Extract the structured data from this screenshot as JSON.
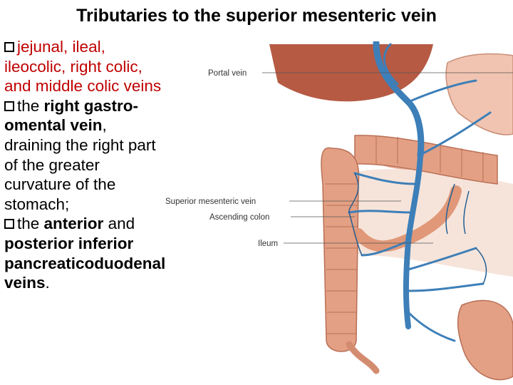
{
  "slide": {
    "title": "Tributaries to the superior mesenteric vein"
  },
  "bullets": {
    "b1": {
      "text": "jejunal, ileal, ileocolic, right colic, and middle colic veins"
    },
    "b2": {
      "pre": "the ",
      "bold": "right gastro-omental vein",
      "post": ", draining the right part of the greater curvature of the stomach;"
    },
    "b3": {
      "pre": "the ",
      "bold1": "anterior",
      "mid": " and ",
      "bold2": "posterior inferior pancreaticoduodenal veins",
      "post": "."
    }
  },
  "figure": {
    "labels": {
      "portal_vein": "Portal vein",
      "superior_mesenteric_vein": "Superior mesenteric vein",
      "ascending_colon": "Ascending colon",
      "ileum": "Ileum"
    },
    "colors": {
      "vein": "#3d7fb8",
      "vein_dark": "#245f93",
      "colon": "#e3a084",
      "colon_dark": "#b96f55",
      "liver": "#b65a44",
      "stomach": "#f0c4b0",
      "mesentery": "#f6e4da"
    }
  }
}
